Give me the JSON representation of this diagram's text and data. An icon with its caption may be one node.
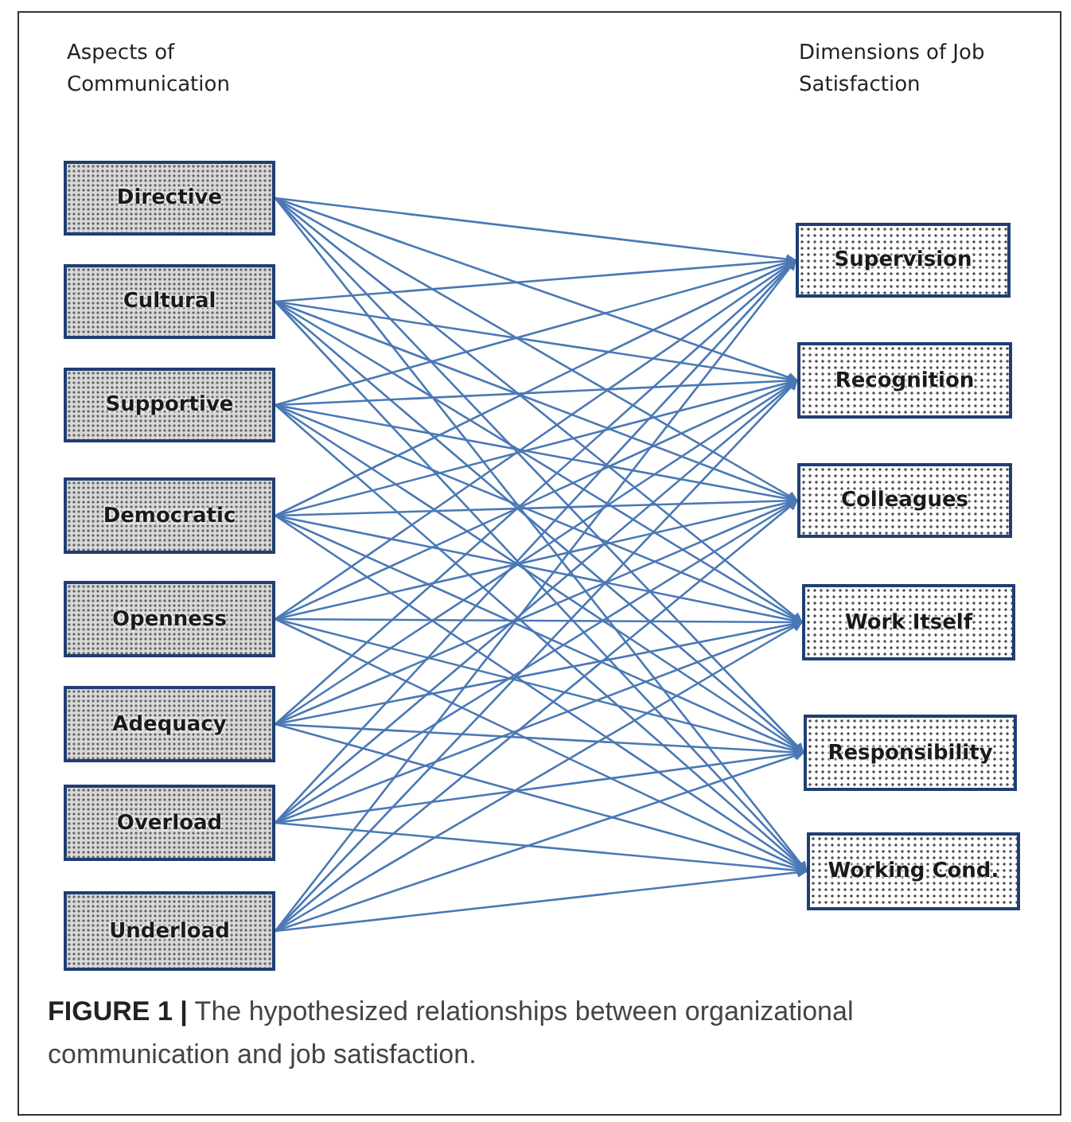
{
  "diagram": {
    "caption": "**FIGURE 1 |** The hypothesized relationships between organizational communication and job satisfaction.",
    "nodes": [
      {
        "text": [
          "Directive"
        ]
      },
      {
        "text": [
          "Cultural"
        ]
      },
      {
        "text": [
          "Supportive"
        ]
      },
      {
        "text": [
          "Democratic"
        ]
      },
      {
        "text": [
          "Openness"
        ]
      },
      {
        "text": [
          "Adequacy"
        ]
      },
      {
        "text": [
          "Overload"
        ]
      },
      {
        "text": [
          "Underload"
        ]
      },
      {
        "text": [
          "Supervision"
        ]
      },
      {
        "text": [
          "Recognition"
        ]
      },
      {
        "text": [
          "Colleagues"
        ]
      },
      {
        "text": [
          "Work Itself"
        ]
      },
      {
        "text": [
          "Responsibility"
        ]
      },
      {
        "text": [
          "Working Cond."
        ]
      }
    ],
    "edges": [
      {
        "from": 0,
        "to": 8,
        "arrow": "to"
      },
      {
        "from": 0,
        "to": 9,
        "arrow": "to"
      },
      {
        "from": 0,
        "to": 10,
        "arrow": "to"
      },
      {
        "from": 0,
        "to": 11,
        "arrow": "to"
      },
      {
        "from": 0,
        "to": 12,
        "arrow": "to"
      },
      {
        "from": 0,
        "to": 13,
        "arrow": "to"
      },
      {
        "from": 1,
        "to": 8,
        "arrow": "to"
      },
      {
        "from": 1,
        "to": 9,
        "arrow": "to"
      },
      {
        "from": 1,
        "to": 10,
        "arrow": "to"
      },
      {
        "from": 1,
        "to": 11,
        "arrow": "to"
      },
      {
        "from": 1,
        "to": 12,
        "arrow": "to"
      },
      {
        "from": 1,
        "to": 13,
        "arrow": "to"
      },
      {
        "from": 2,
        "to": 8,
        "arrow": "to"
      },
      {
        "from": 2,
        "to": 9,
        "arrow": "to"
      },
      {
        "from": 2,
        "to": 10,
        "arrow": "to"
      },
      {
        "from": 2,
        "to": 11,
        "arrow": "to"
      },
      {
        "from": 2,
        "to": 12,
        "arrow": "to"
      },
      {
        "from": 2,
        "to": 13,
        "arrow": "to"
      },
      {
        "from": 3,
        "to": 8,
        "arrow": "to"
      },
      {
        "from": 3,
        "to": 9,
        "arrow": "to"
      },
      {
        "from": 3,
        "to": 10,
        "arrow": "to"
      },
      {
        "from": 3,
        "to": 11,
        "arrow": "to"
      },
      {
        "from": 3,
        "to": 12,
        "arrow": "to"
      },
      {
        "from": 3,
        "to": 13,
        "arrow": "to"
      },
      {
        "from": 4,
        "to": 8,
        "arrow": "to"
      },
      {
        "from": 4,
        "to": 9,
        "arrow": "to"
      },
      {
        "from": 4,
        "to": 10,
        "arrow": "to"
      },
      {
        "from": 4,
        "to": 11,
        "arrow": "to"
      },
      {
        "from": 4,
        "to": 12,
        "arrow": "to"
      },
      {
        "from": 4,
        "to": 13,
        "arrow": "to"
      },
      {
        "from": 5,
        "to": 8,
        "arrow": "to"
      },
      {
        "from": 5,
        "to": 9,
        "arrow": "to"
      },
      {
        "from": 5,
        "to": 10,
        "arrow": "to"
      },
      {
        "from": 5,
        "to": 11,
        "arrow": "to"
      },
      {
        "from": 5,
        "to": 12,
        "arrow": "to"
      },
      {
        "from": 5,
        "to": 13,
        "arrow": "to"
      },
      {
        "from": 6,
        "to": 8,
        "arrow": "to"
      },
      {
        "from": 6,
        "to": 9,
        "arrow": "to"
      },
      {
        "from": 6,
        "to": 10,
        "arrow": "to"
      },
      {
        "from": 6,
        "to": 11,
        "arrow": "to"
      },
      {
        "from": 6,
        "to": 12,
        "arrow": "to"
      },
      {
        "from": 6,
        "to": 13,
        "arrow": "to"
      },
      {
        "from": 7,
        "to": 8,
        "arrow": "to"
      },
      {
        "from": 7,
        "to": 9,
        "arrow": "to"
      },
      {
        "from": 7,
        "to": 10,
        "arrow": "to"
      },
      {
        "from": 7,
        "to": 11,
        "arrow": "to"
      },
      {
        "from": 7,
        "to": 12,
        "arrow": "to"
      },
      {
        "from": 7,
        "to": 13,
        "arrow": "to"
      }
    ],
    "labels": [
      "Aspects of Communication",
      "Dimensions of Job Satisfaction"
    ]
  }
}
